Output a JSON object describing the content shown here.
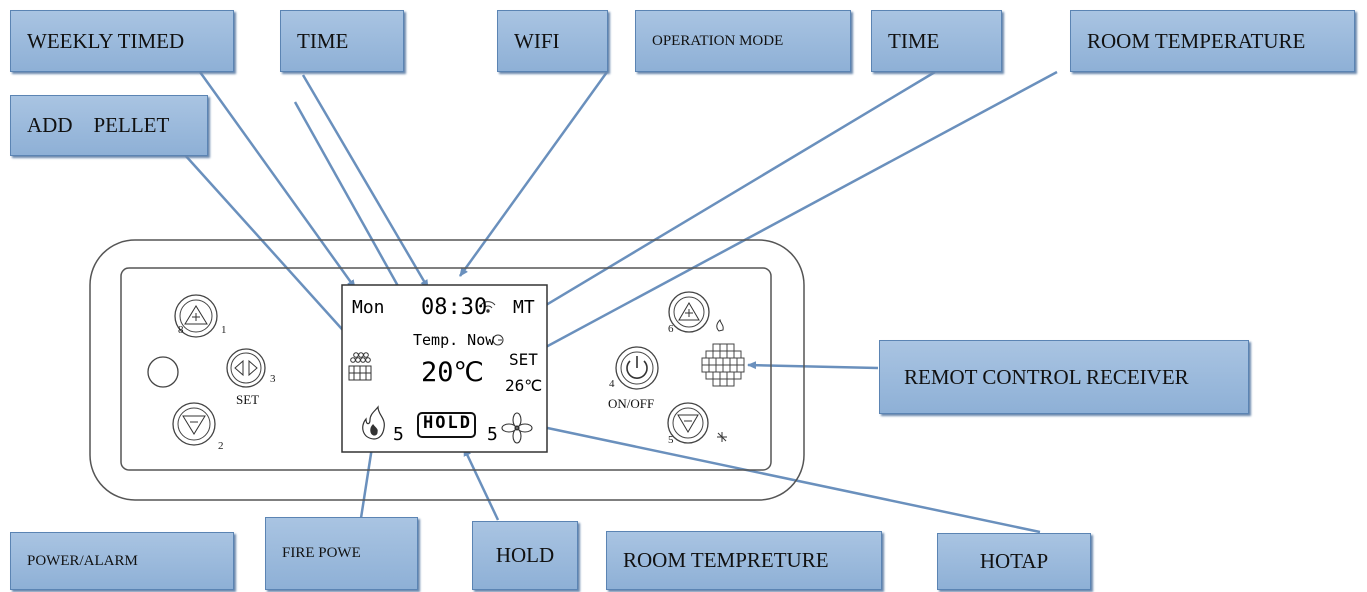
{
  "callouts": {
    "weekly_timed": "WEEKLY TIMED",
    "time_1": "TIME",
    "wifi": "WIFI",
    "operation_mode": "OPERATION MODE",
    "time_2": "TIME",
    "room_temperature": "ROOM TEMPERATURE",
    "add_pellet": "ADD    PELLET",
    "remote_control_receiver": "REMOT CONTROL RECEIVER",
    "power_alarm": "POWER/ALARM",
    "fire_power": "FIRE POWE",
    "hold": "HOLD",
    "room_tempreture": "ROOM TEMPRETURE",
    "hotap": "HOTAP"
  },
  "display": {
    "day": "Mon",
    "clock": "08:30",
    "mode": "MT",
    "temp_now_label": "Temp. Now",
    "temp_now": "20℃",
    "set_label": "SET",
    "set_temp": "26℃",
    "fire_level": "5",
    "hold_label": "HOLD",
    "fan_level": "5"
  },
  "buttons": {
    "b1_num": "1",
    "b1_side": "8",
    "b2_num": "2",
    "b3_num": "3",
    "set_label": "SET",
    "b4_num": "4",
    "onoff_label": "ON/OFF",
    "b5_num": "5",
    "b6_num": "6"
  },
  "colors": {
    "callout_fill": "#9ebcdf",
    "callout_border": "#5b84b3",
    "leader_line": "#6a90bd",
    "panel_outline": "#444444"
  },
  "icons": [
    "wifi-icon",
    "pellet-icon",
    "flame-icon",
    "fan-icon",
    "clock-icon",
    "receiver-icon",
    "up-arrow-icon",
    "down-arrow-icon",
    "left-right-icon",
    "power-icon"
  ]
}
